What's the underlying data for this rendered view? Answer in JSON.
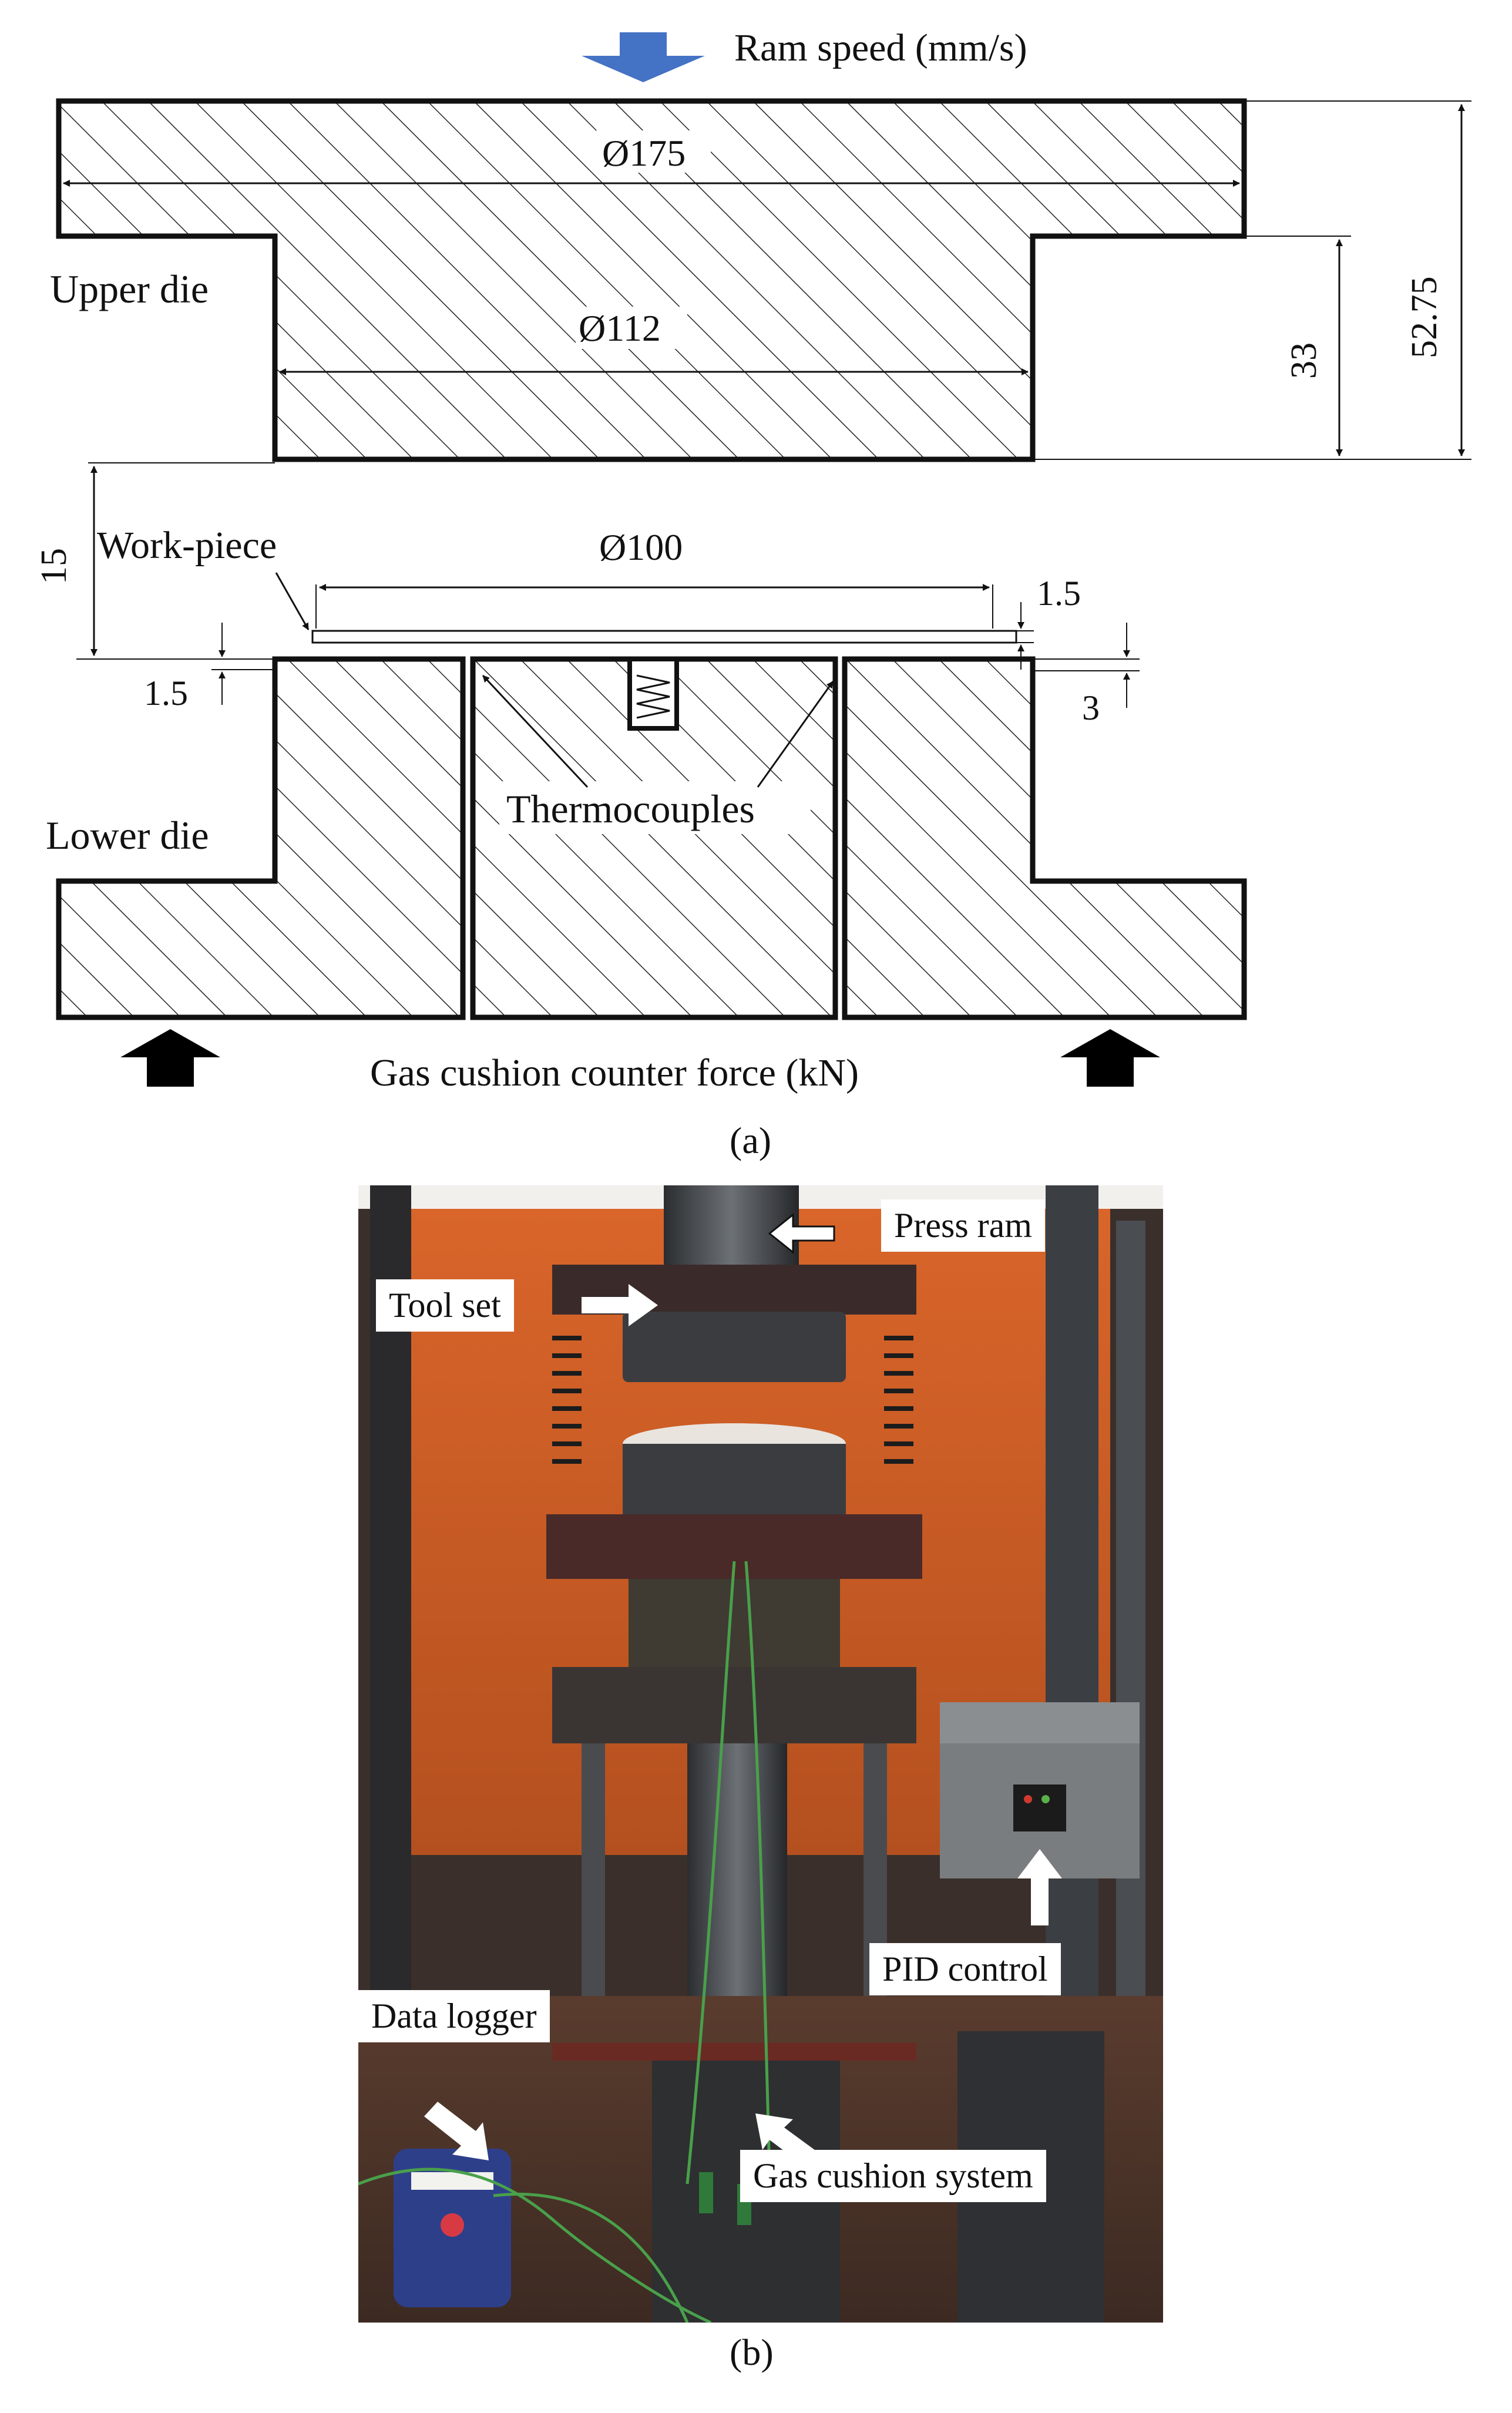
{
  "panel_a": {
    "caption": "(a)",
    "ram_label": "Ram speed (mm/s)",
    "upper_die_label": "Upper die",
    "lower_die_label": "Lower die",
    "workpiece_label": "Work-piece",
    "thermocouples_label": "Thermocouples",
    "force_label": "Gas cushion counter force (kN)",
    "dims": {
      "d175": "Ø175",
      "d112": "Ø112",
      "d100": "Ø100",
      "h3275": "52.75",
      "h33": "33",
      "gap15": "15",
      "wp_thick": "1.5",
      "wp_left": "1.5",
      "tc_depth": "3"
    },
    "colors": {
      "ram_arrow": "#4472C4",
      "force_arrow": "#000000",
      "hatch": "#222222"
    }
  },
  "panel_b": {
    "caption": "(b)",
    "callouts": {
      "press_ram": "Press ram",
      "tool_set": "Tool set",
      "pid_control": "PID control",
      "data_logger": "Data logger",
      "gas_cushion": "Gas cushion system"
    }
  }
}
